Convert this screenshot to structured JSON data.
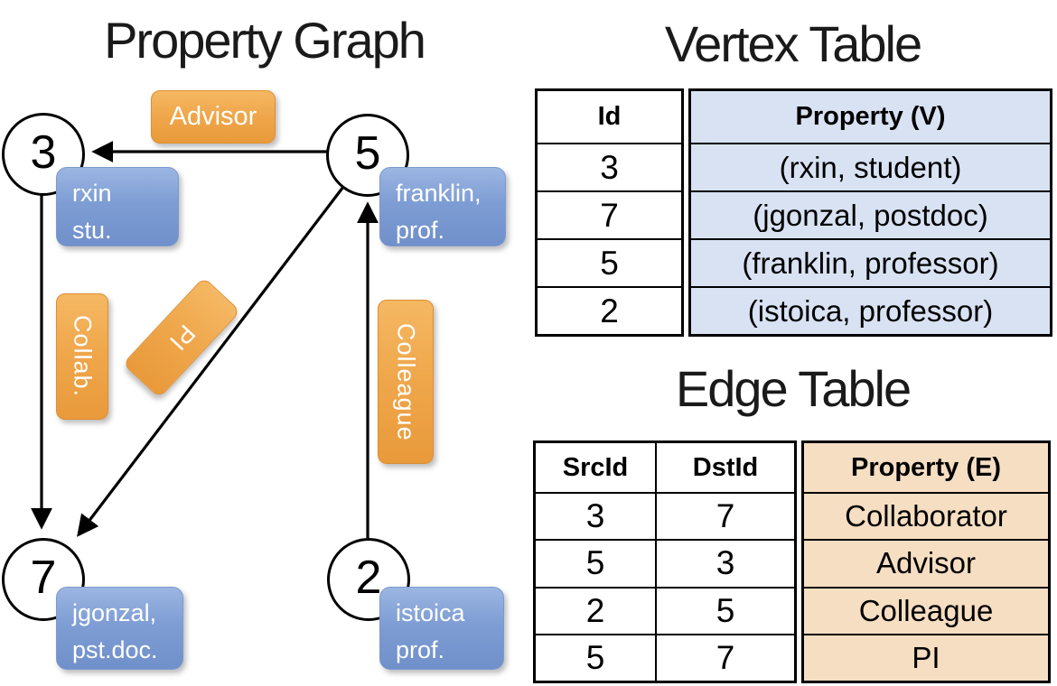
{
  "graph": {
    "title": "Property Graph",
    "nodes": [
      {
        "id": "3",
        "line1": "rxin",
        "line2": "stu."
      },
      {
        "id": "5",
        "line1": "franklin,",
        "line2": "prof."
      },
      {
        "id": "7",
        "line1": "jgonzal,",
        "line2": "pst.doc."
      },
      {
        "id": "2",
        "line1": "istoica",
        "line2": "prof."
      }
    ],
    "edge_labels": {
      "advisor": "Advisor",
      "collab": "Collab.",
      "pi": "PI",
      "colleague": "Colleague"
    }
  },
  "vertex_table": {
    "title": "Vertex Table",
    "columns": [
      "Id",
      "Property (V)"
    ],
    "rows": [
      [
        "3",
        "(rxin, student)"
      ],
      [
        "7",
        "(jgonzal, postdoc)"
      ],
      [
        "5",
        "(franklin, professor)"
      ],
      [
        "2",
        "(istoica, professor)"
      ]
    ]
  },
  "edge_table": {
    "title": "Edge Table",
    "columns": [
      "SrcId",
      "DstId",
      "Property (E)"
    ],
    "rows": [
      [
        "3",
        "7",
        "Collaborator"
      ],
      [
        "5",
        "3",
        "Advisor"
      ],
      [
        "2",
        "5",
        "Colleague"
      ],
      [
        "5",
        "7",
        "PI"
      ]
    ]
  },
  "colors": {
    "vertex_property_fill": "#d8e2f3",
    "edge_property_fill": "#f6dec2",
    "node_box_blue": "#7e9dd4",
    "edge_label_orange": "#efa64a",
    "line_black": "#000000"
  }
}
